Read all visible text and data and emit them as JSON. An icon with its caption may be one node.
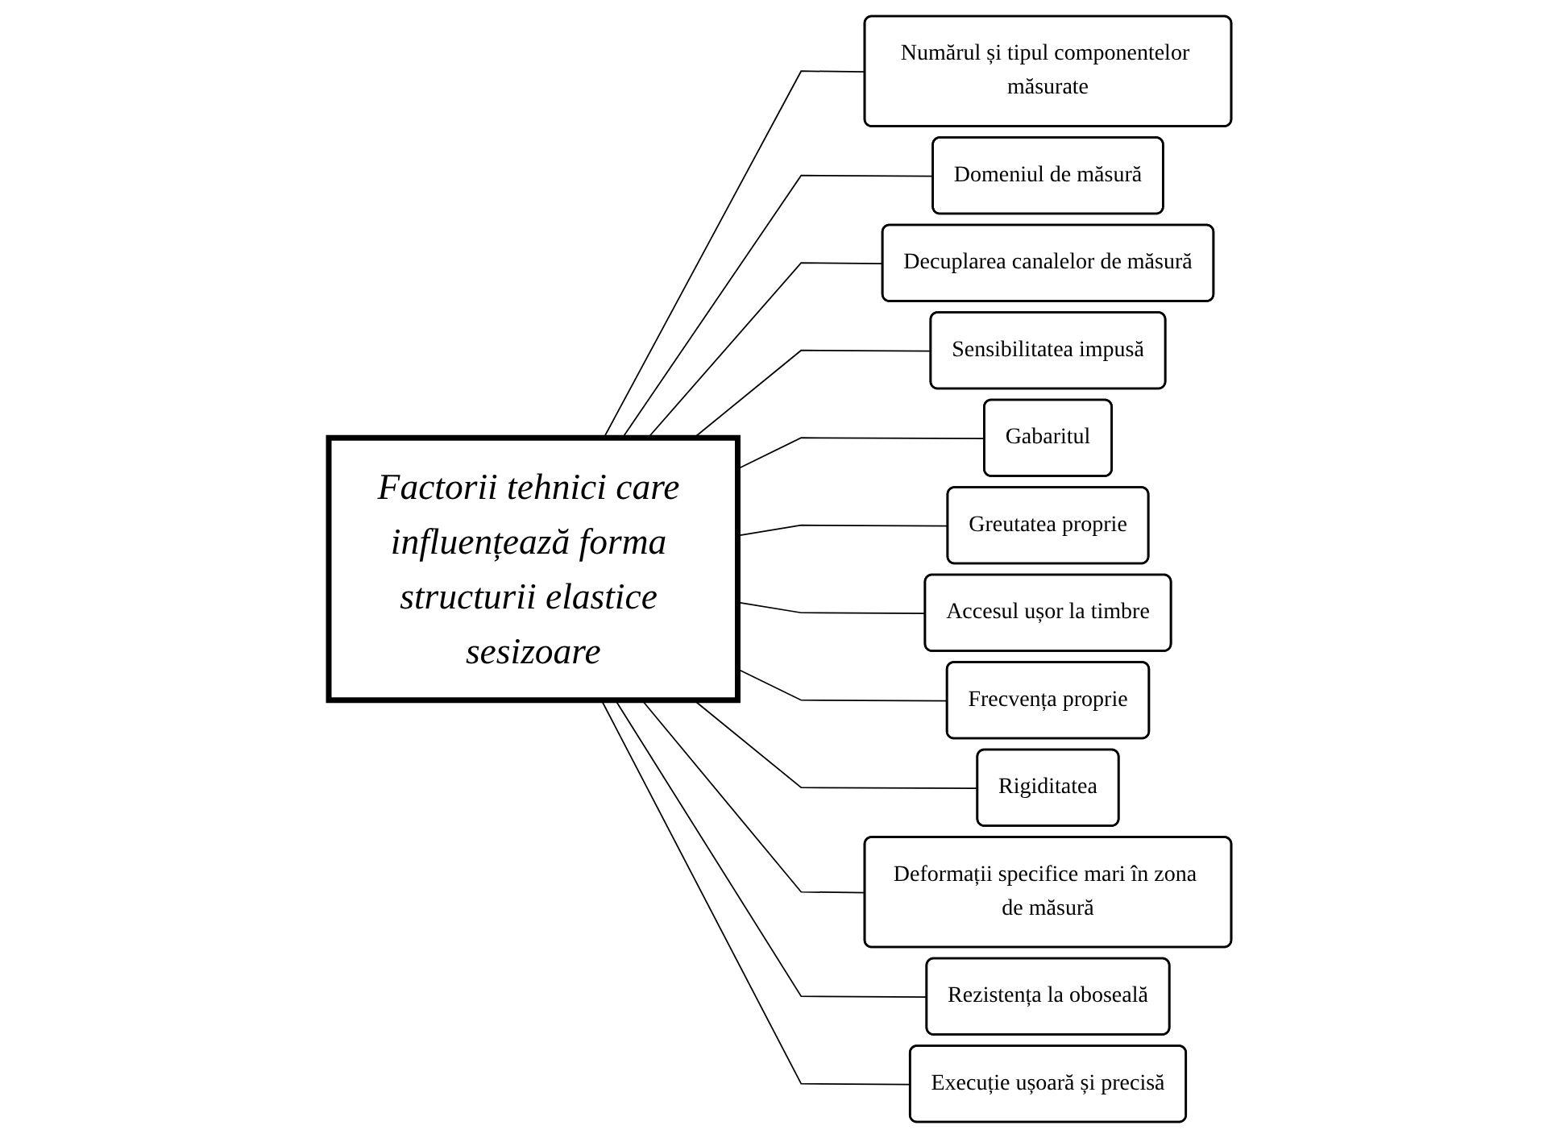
{
  "diagram": {
    "nodes": [
      {
        "text": [
          "Factorii tehnici care influențează forma structurii elastice sesizoare"
        ]
      },
      {
        "text": [
          "Numărul și tipul componentelor măsurate"
        ]
      },
      {
        "text": [
          "Domeniul de măsură"
        ]
      },
      {
        "text": [
          "Decuplarea canalelor de măsură"
        ]
      },
      {
        "text": [
          "Sensibilitatea impusă"
        ]
      },
      {
        "text": [
          "Gabaritul"
        ]
      },
      {
        "text": [
          "Greutatea proprie"
        ]
      },
      {
        "text": [
          "Accesul ușor la timbre"
        ]
      },
      {
        "text": [
          "Frecvența proprie"
        ]
      },
      {
        "text": [
          "Rigiditatea"
        ]
      },
      {
        "text": [
          "Deformații specifice mari în zona de măsură"
        ]
      },
      {
        "text": [
          "Rezistența la oboseală"
        ]
      },
      {
        "text": [
          "Execuție ușoară și precisă"
        ]
      }
    ],
    "edges": [
      {
        "from": 0,
        "to": 1,
        "arrow": "none"
      },
      {
        "from": 0,
        "to": 2,
        "arrow": "none"
      },
      {
        "from": 0,
        "to": 3,
        "arrow": "none"
      },
      {
        "from": 0,
        "to": 4,
        "arrow": "none"
      },
      {
        "from": 0,
        "to": 5,
        "arrow": "none"
      },
      {
        "from": 0,
        "to": 6,
        "arrow": "none"
      },
      {
        "from": 0,
        "to": 7,
        "arrow": "none"
      },
      {
        "from": 0,
        "to": 8,
        "arrow": "none"
      },
      {
        "from": 0,
        "to": 9,
        "arrow": "none"
      },
      {
        "from": 0,
        "to": 10,
        "arrow": "none"
      },
      {
        "from": 0,
        "to": 11,
        "arrow": "none"
      },
      {
        "from": 0,
        "to": 12,
        "arrow": "none"
      }
    ]
  }
}
